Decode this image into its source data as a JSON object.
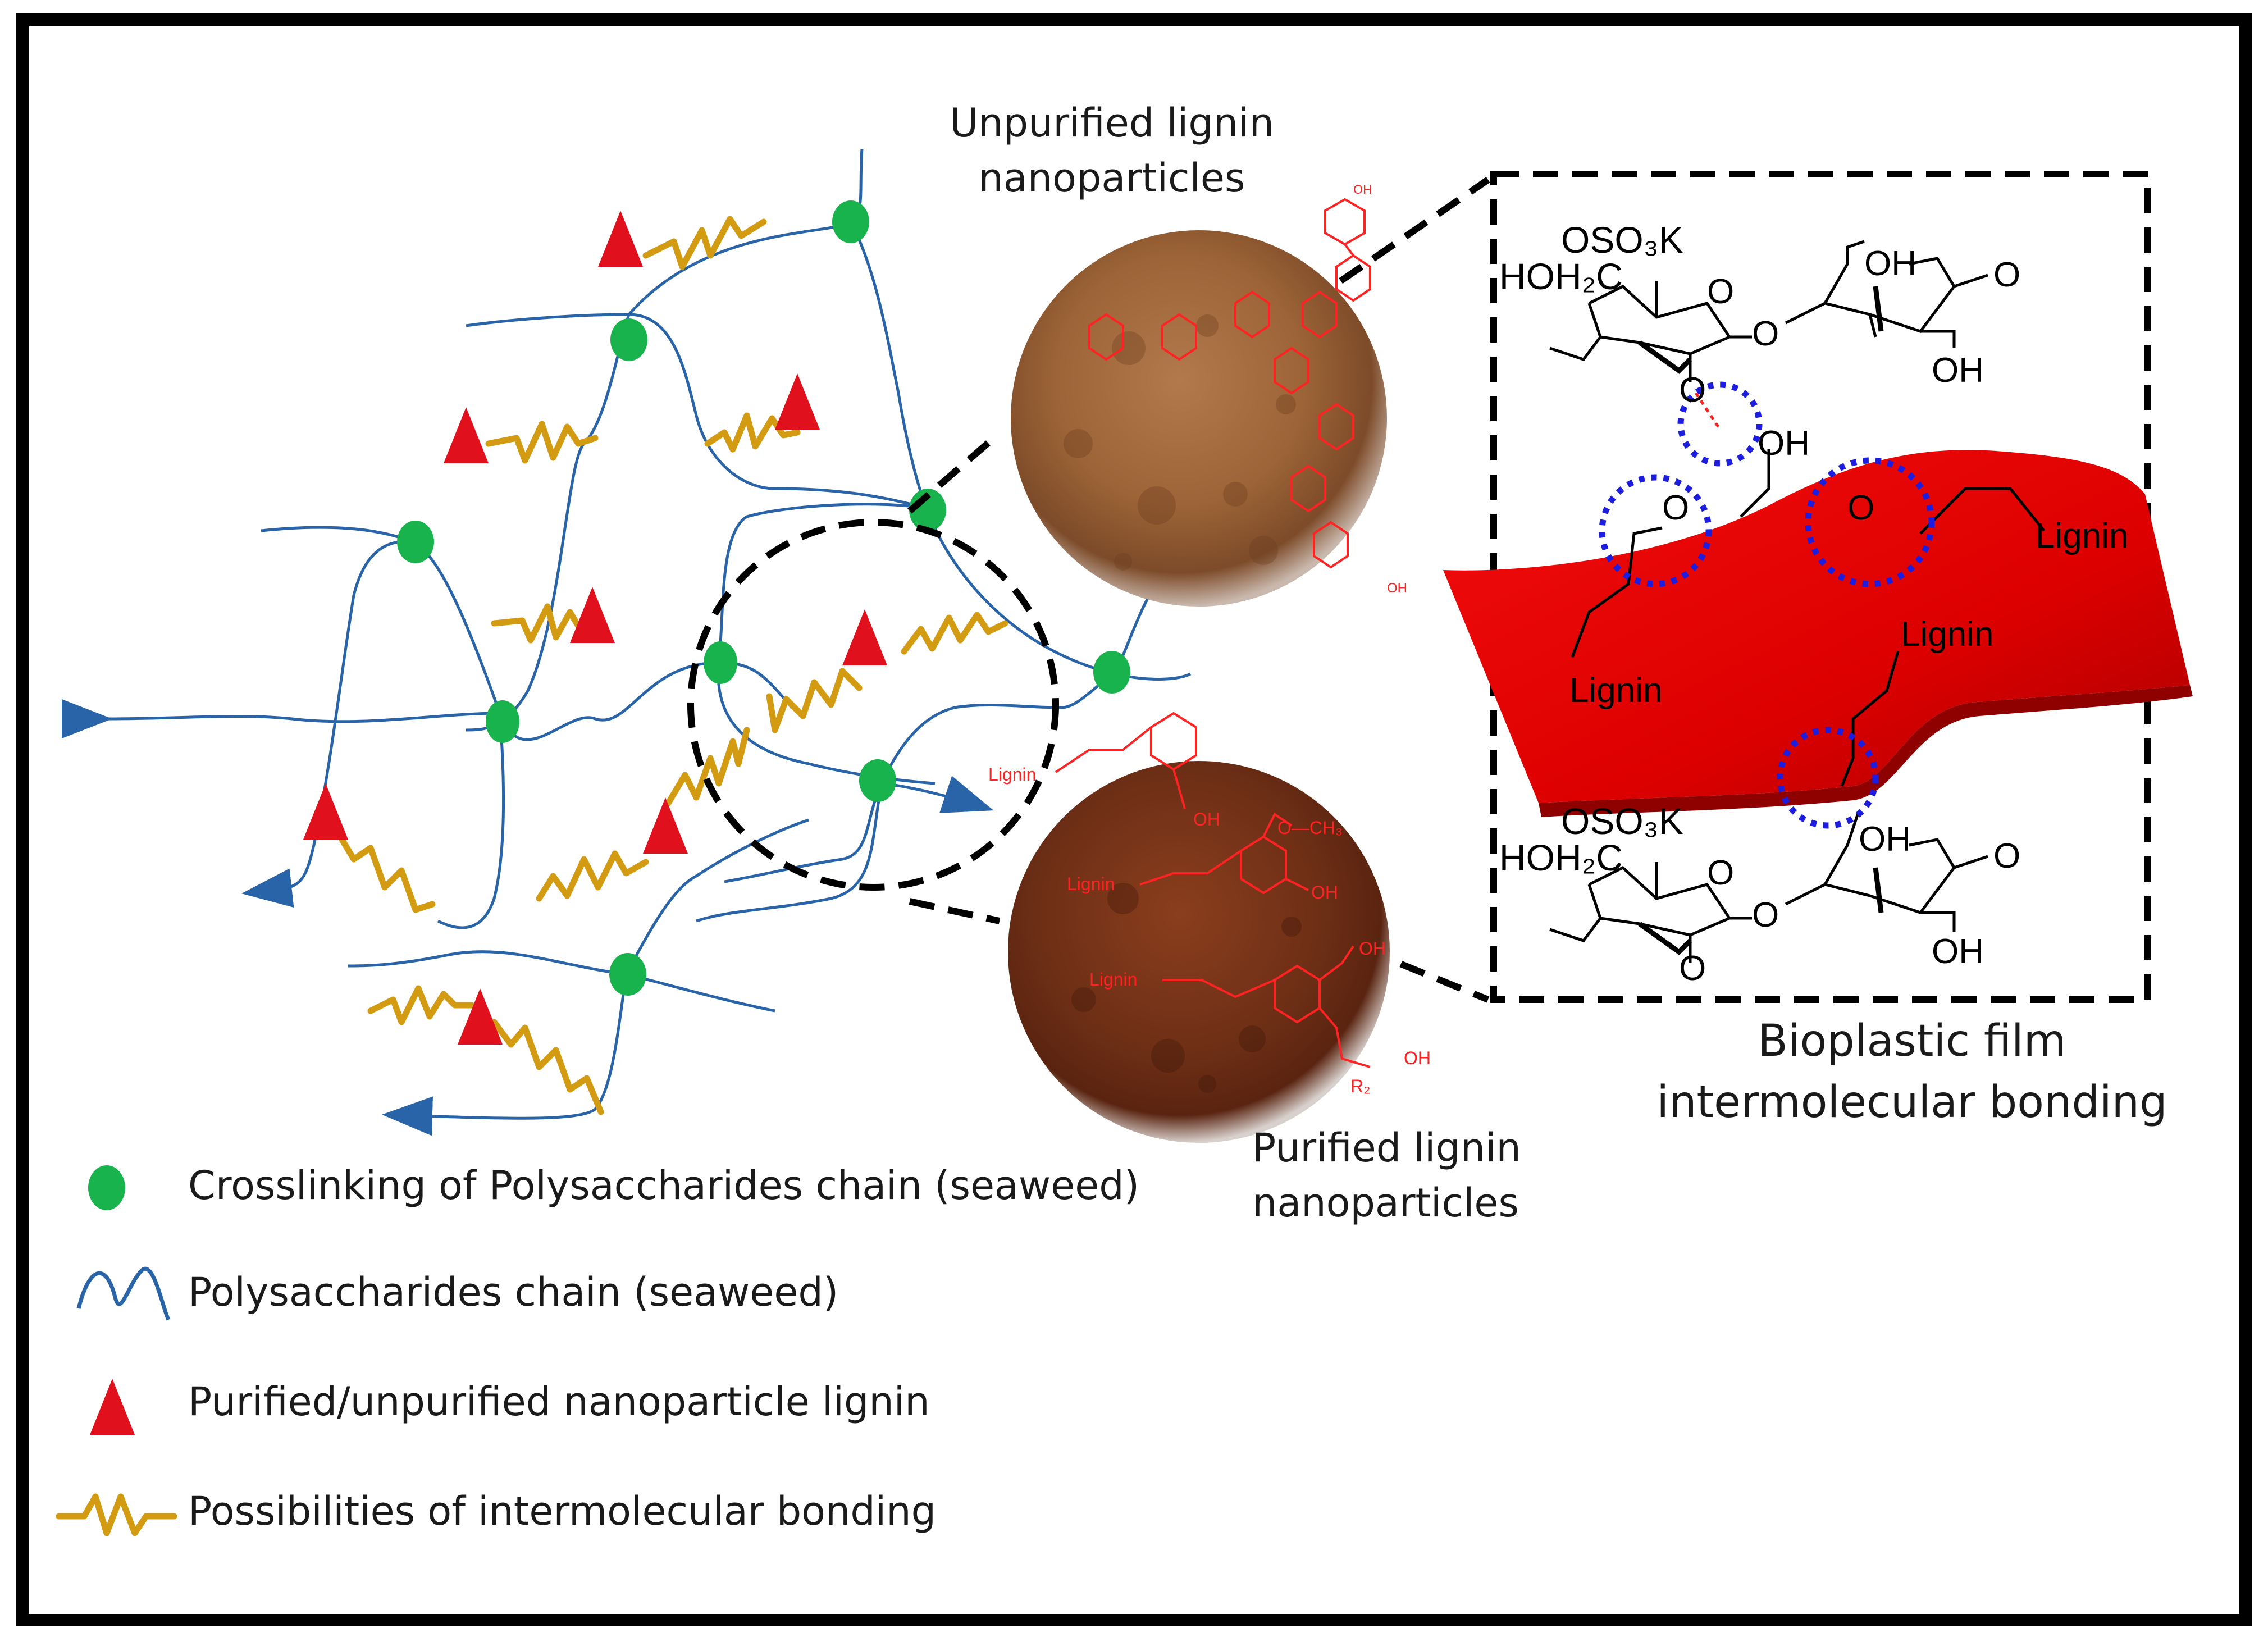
{
  "colors": {
    "frame": "#000000",
    "chain": "#2a64a8",
    "node": "#19b34d",
    "triangle": "#e0111c",
    "bond": "#d39b12",
    "film": "#e60000",
    "dotted": "#1d1de0",
    "lignin_red": "#ff1a1a"
  },
  "captions": {
    "unpurified_line1": "Unpurified lignin",
    "unpurified_line2": "nanoparticles",
    "purified_line1": "Purified lignin",
    "purified_line2": "nanoparticles",
    "film_line1": "Bioplastic film",
    "film_line2": "intermolecular bonding"
  },
  "chem_labels": {
    "oso3k": "OSO₃K",
    "hoh2c": "HOH₂C",
    "oh": "OH",
    "o": "O",
    "lignin": "Lignin",
    "och3": "O—CH₃",
    "r2": "R₂"
  },
  "legend": [
    {
      "icon": "green-dot-icon",
      "label": "Crosslinking of Polysaccharides chain (seaweed)"
    },
    {
      "icon": "blue-wave-icon",
      "label": "Polysaccharides chain (seaweed)"
    },
    {
      "icon": "red-triangle-icon",
      "label": "Purified/unpurified nanoparticle lignin"
    },
    {
      "icon": "gold-zigzag-icon",
      "label": "Possibilities of intermolecular bonding"
    }
  ]
}
